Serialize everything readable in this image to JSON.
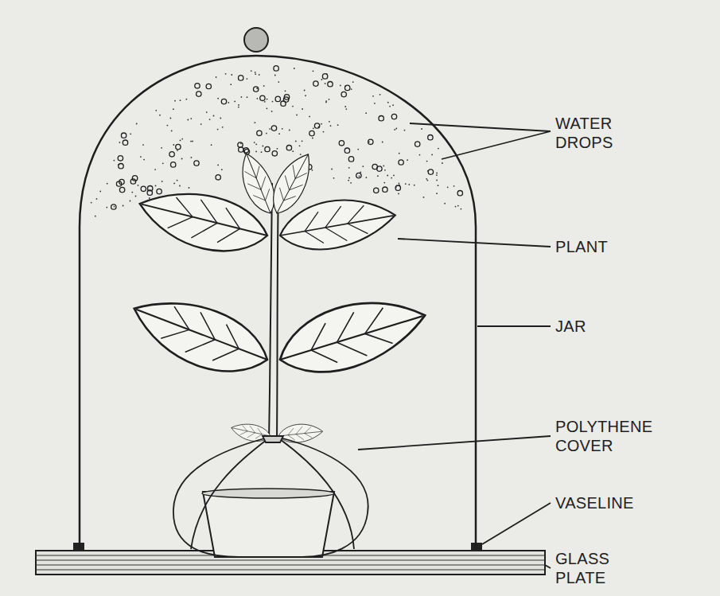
{
  "diagram": {
    "labels": [
      "WATER DROPS",
      "PLANT",
      "JAR",
      "POLYTHENE COVER",
      "VASELINE",
      "GLASS PLATE"
    ]
  }
}
